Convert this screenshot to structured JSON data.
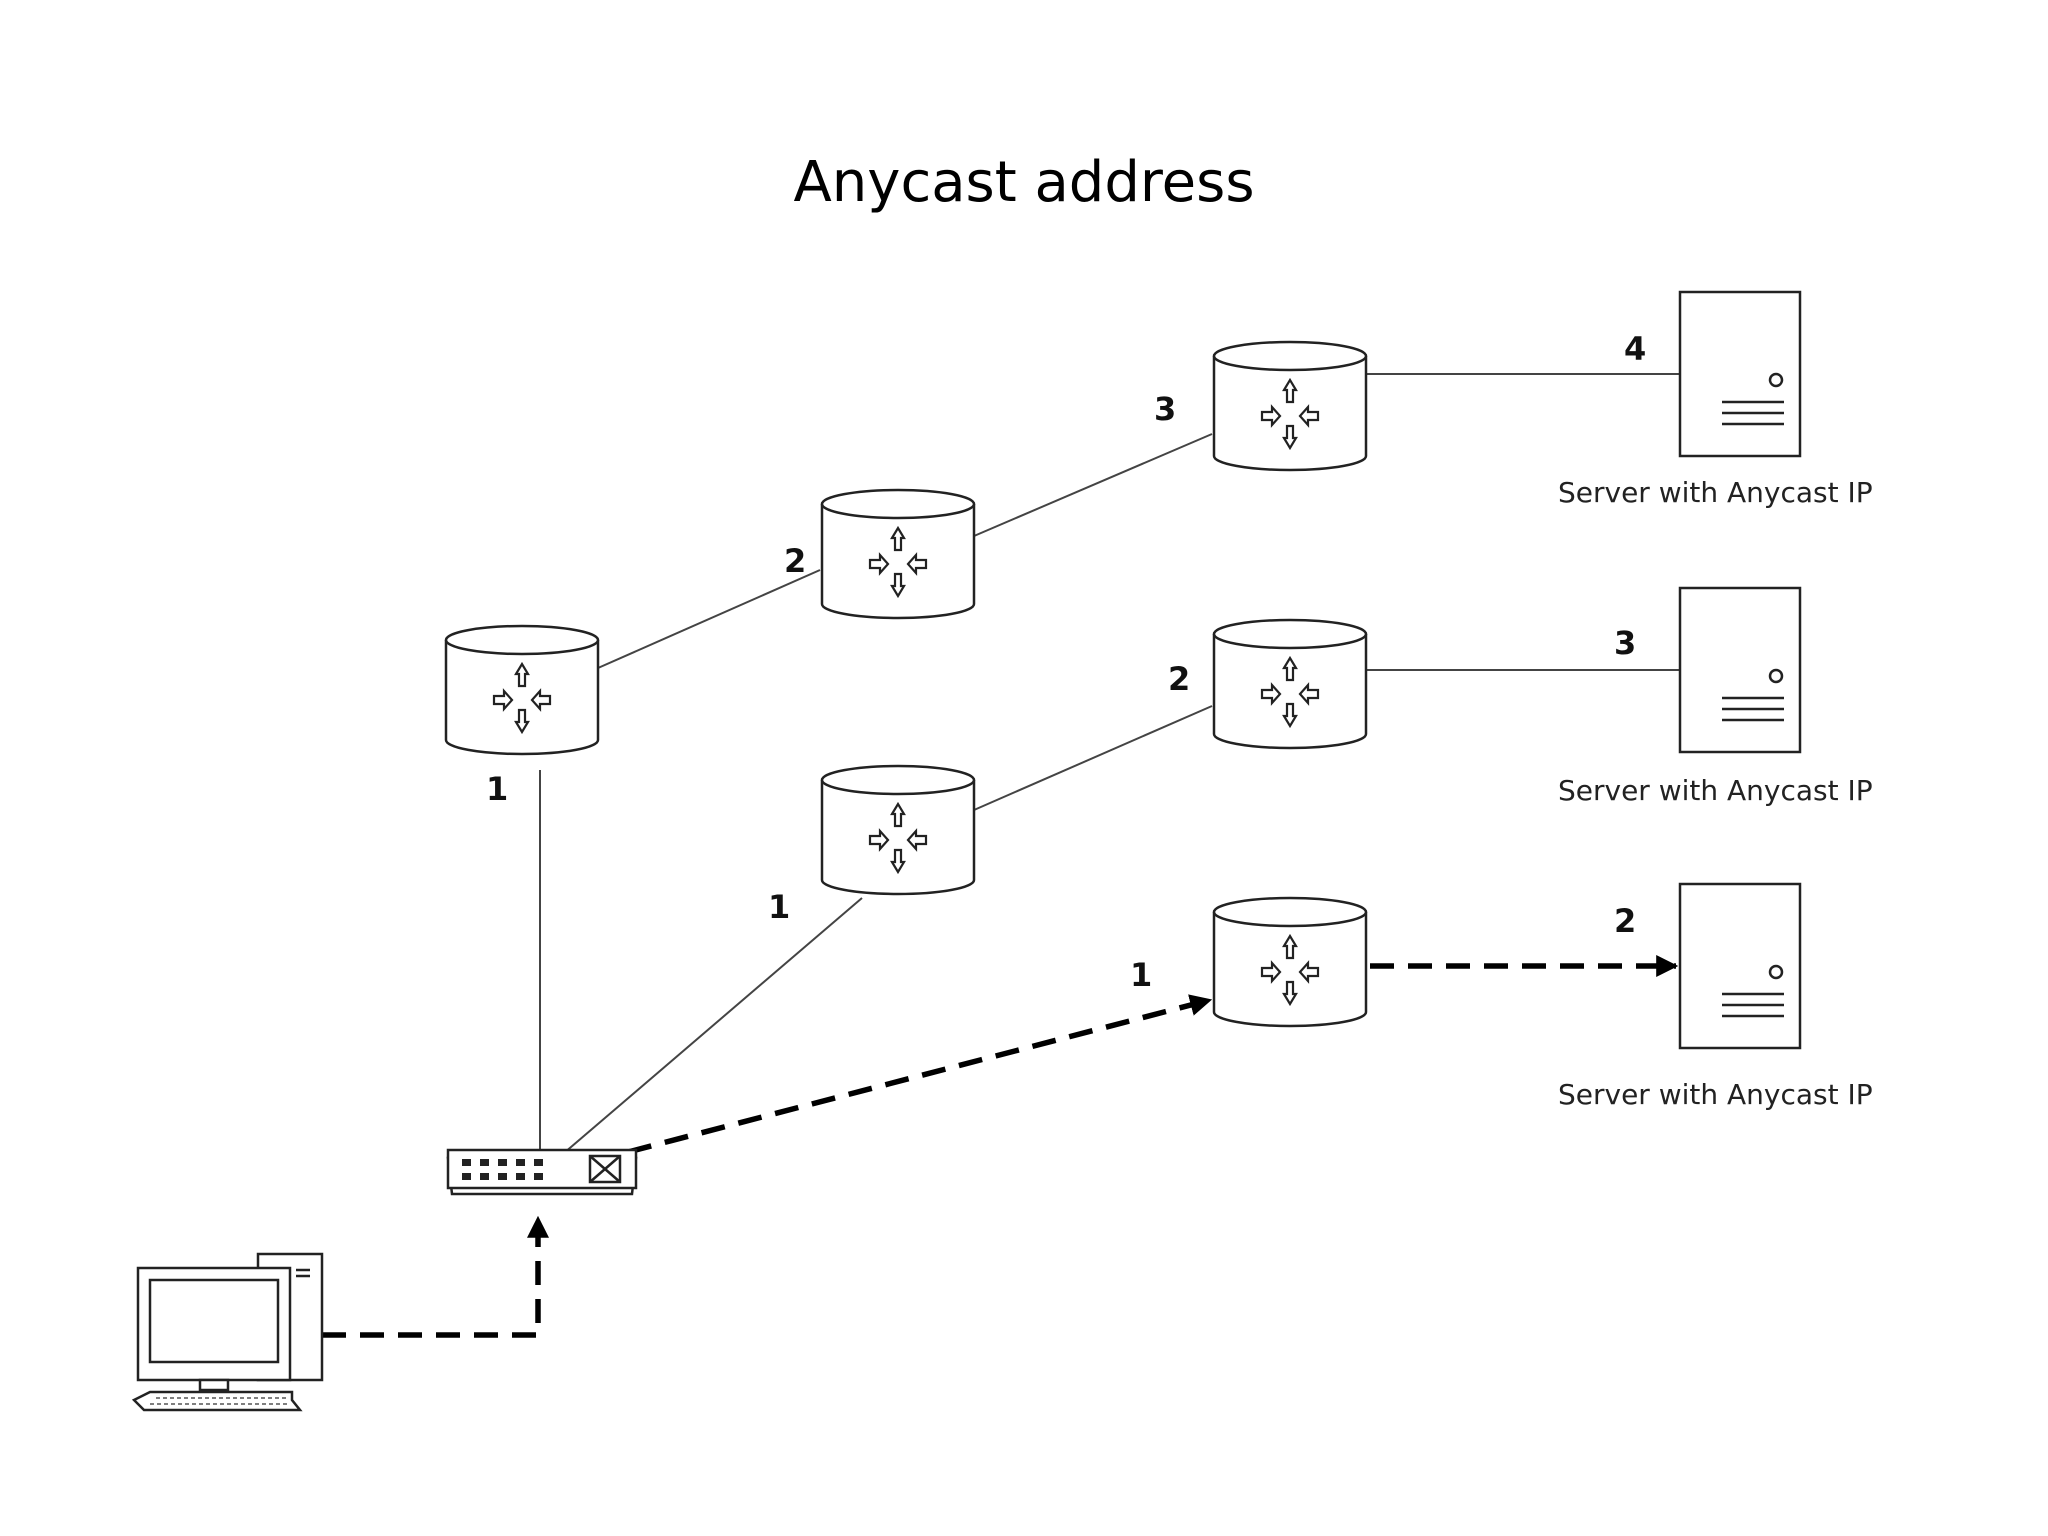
{
  "title": "Anycast address",
  "server_label": "Server with Anycast IP",
  "hops": {
    "path_a": [
      "1",
      "2",
      "3",
      "4"
    ],
    "path_b": [
      "1",
      "2",
      "3"
    ],
    "path_c": [
      "1",
      "2"
    ]
  },
  "colors": {
    "line": "#444444",
    "stroke": "#222222",
    "background": "#ffffff"
  }
}
